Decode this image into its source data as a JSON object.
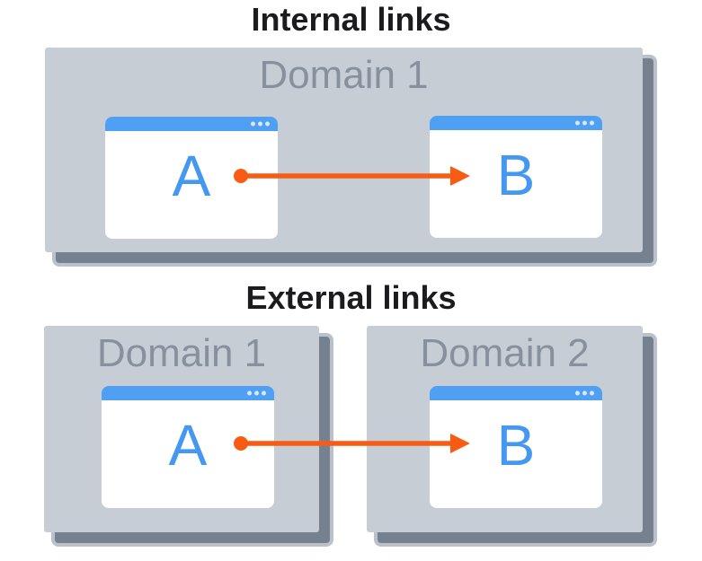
{
  "colors": {
    "heading_text": "#1C1C1E",
    "card_bg": "#C7CDD5",
    "card_shadow": "#76818F",
    "card_shadow_rim": "#BAC1CB",
    "domain_label_text": "#87919D",
    "titlebar_blue": "#4FA0F3",
    "titlebar_dots": "#D9E8FB",
    "window_bg": "#FFFFFF",
    "page_letter_blue": "#4598F0",
    "arrow_orange": "#F85C14"
  },
  "sections": [
    {
      "heading": "Internal links",
      "link": {
        "from": "A",
        "to": "B"
      },
      "domains": [
        {
          "label": "Domain 1",
          "windows": [
            {
              "letter": "A"
            },
            {
              "letter": "B"
            }
          ]
        }
      ]
    },
    {
      "heading": "External links",
      "link": {
        "from": "A",
        "to": "B"
      },
      "domains": [
        {
          "label": "Domain 1",
          "windows": [
            {
              "letter": "A"
            }
          ]
        },
        {
          "label": "Domain 2",
          "windows": [
            {
              "letter": "B"
            }
          ]
        }
      ]
    }
  ]
}
